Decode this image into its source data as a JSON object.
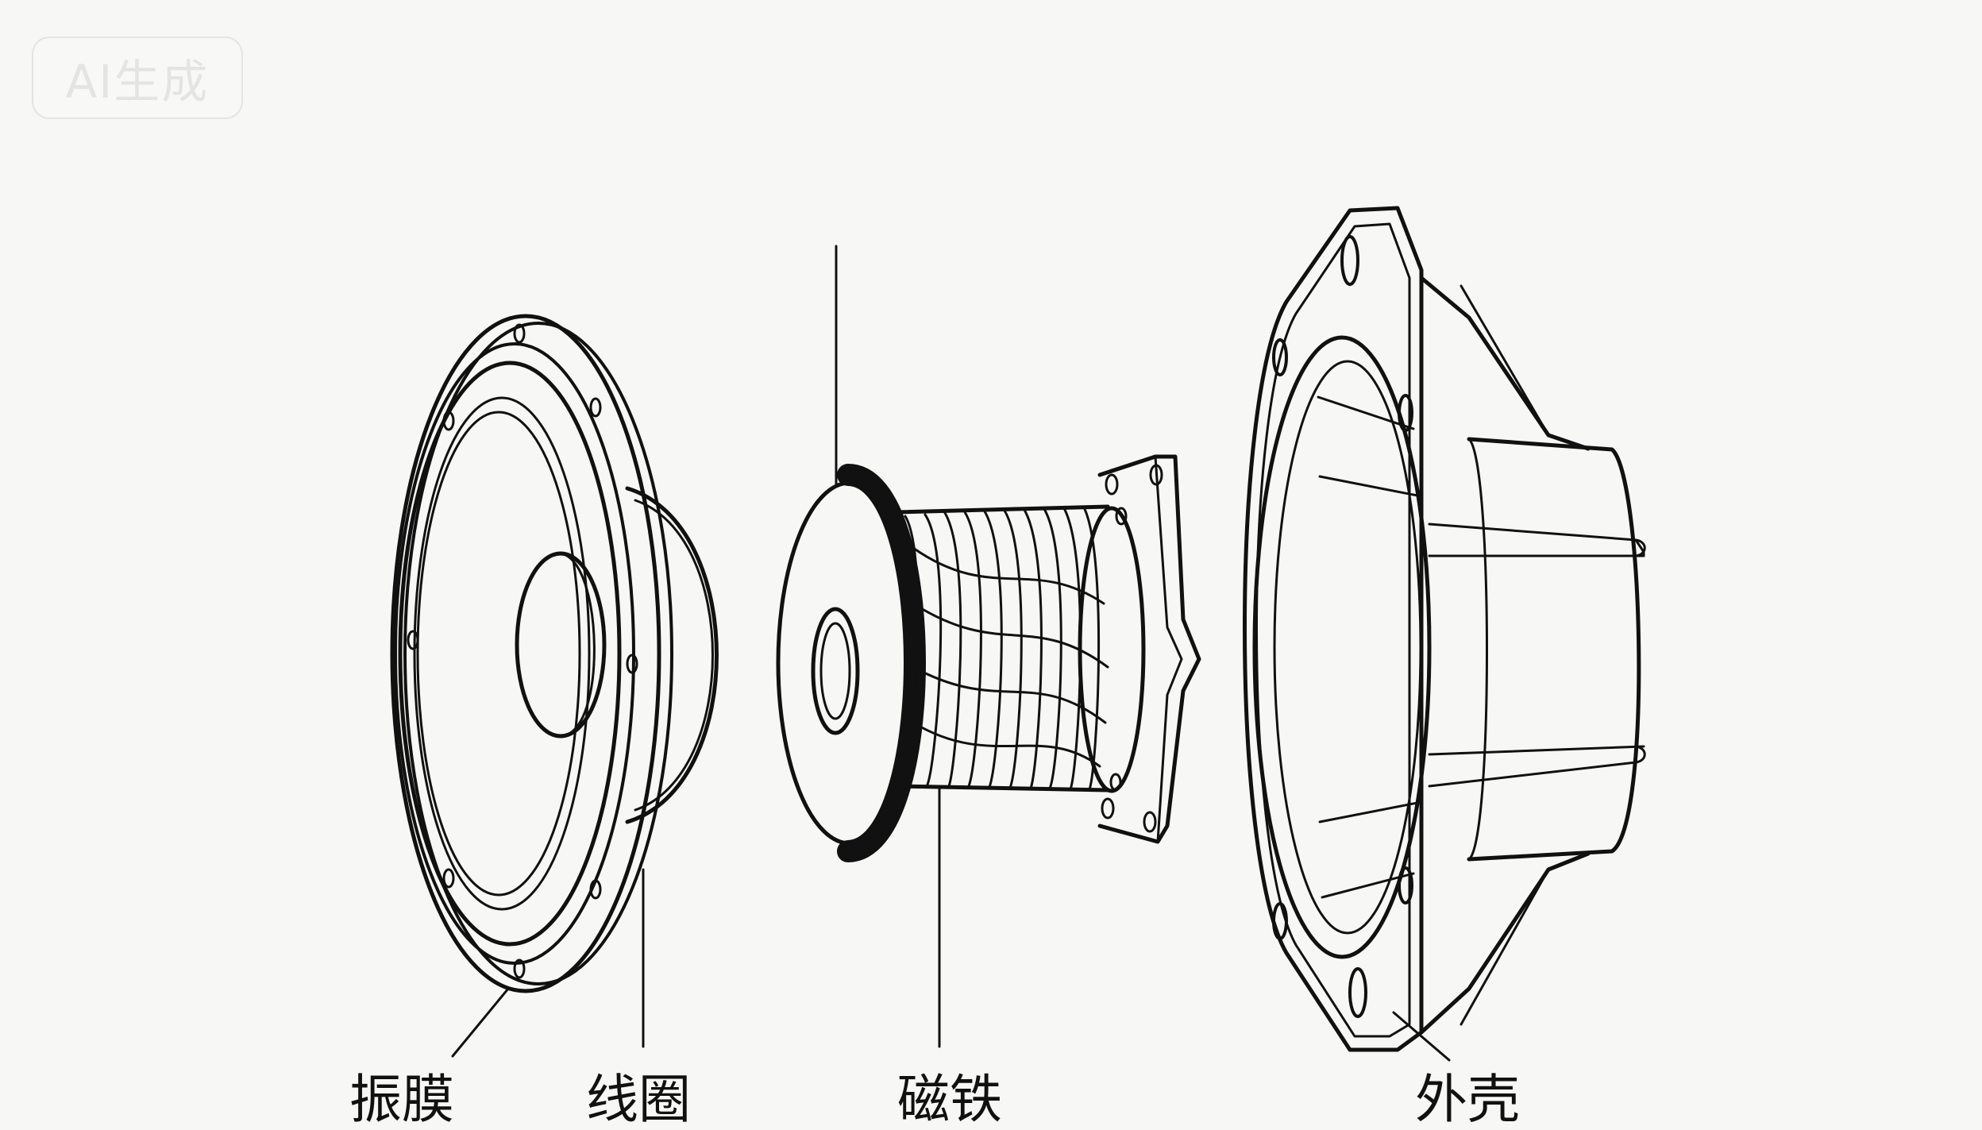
{
  "watermark": {
    "text": "AI生成"
  },
  "labels": {
    "diaphragm": "振膜",
    "coil": "线圈",
    "magnet": "磁铁",
    "housing": "外壳"
  },
  "colors": {
    "background": "#f7f7f5",
    "stroke": "#111111"
  }
}
